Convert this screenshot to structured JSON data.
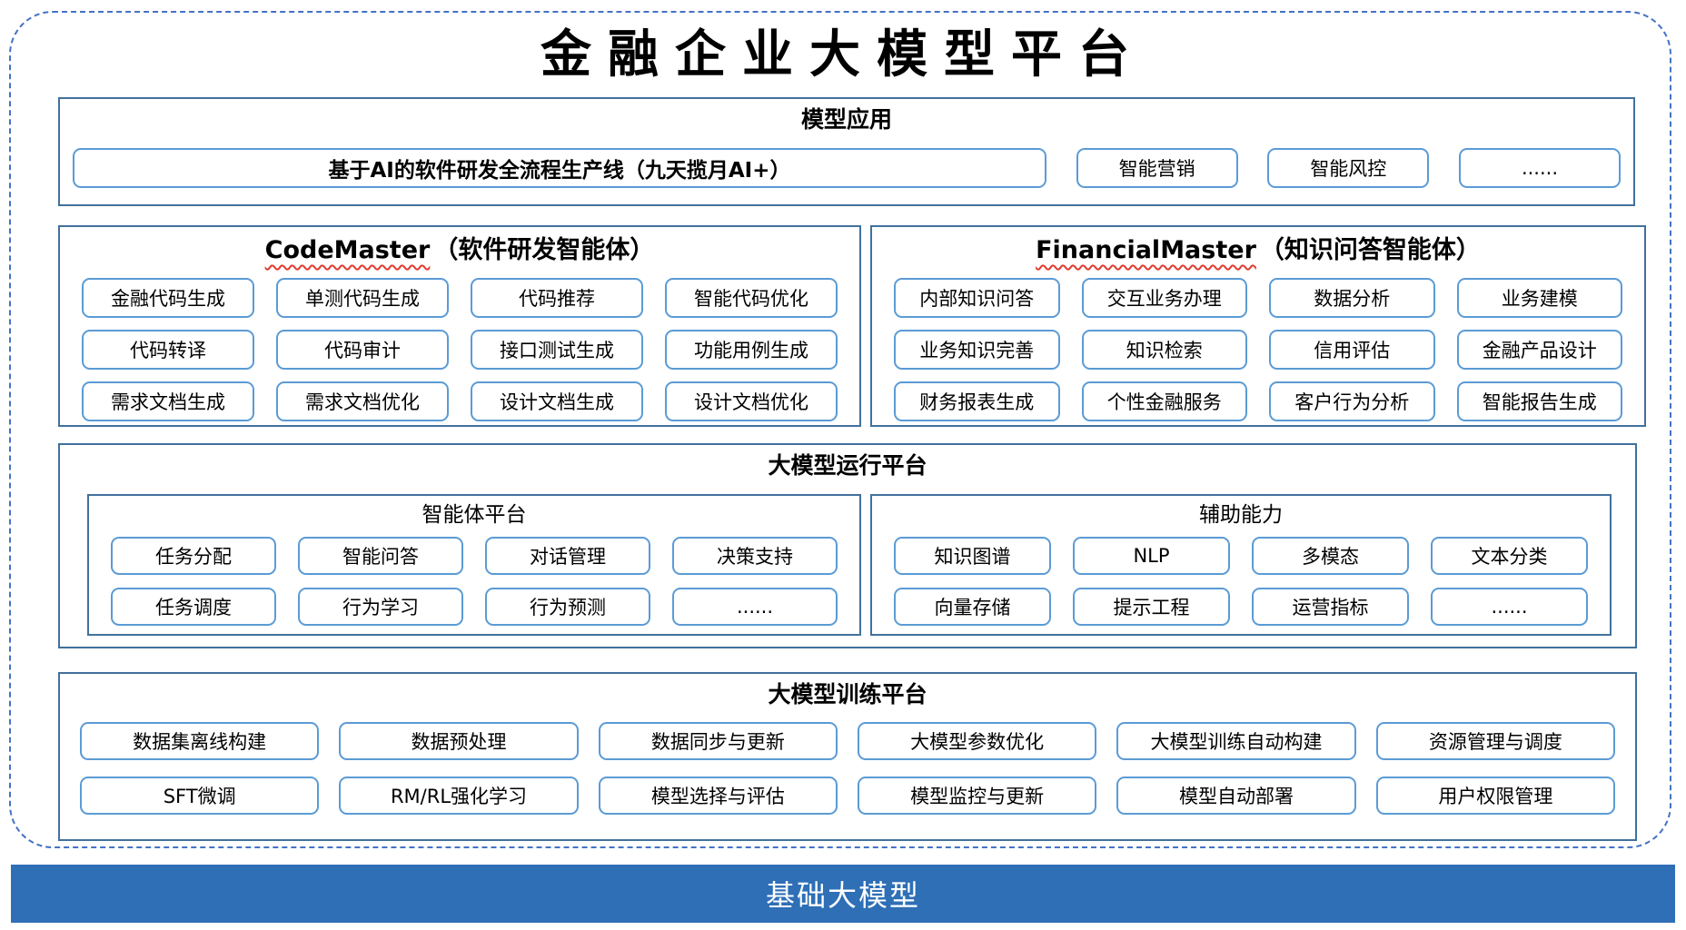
{
  "title": "金融企业大模型平台",
  "colors": {
    "outer_dashed_border": "#4472C4",
    "section_border": "#41719C",
    "button_border": "#5B9BD5",
    "foundation_bar_bg": "#2E6FB6",
    "foundation_bar_text": "#FFFFFF",
    "spellcheck_squiggle": "#E03C31"
  },
  "sections": {
    "applications": {
      "header": "模型应用",
      "main_button": "基于AI的软件研发全流程生产线（九天揽月AI+）",
      "buttons": [
        "智能营销",
        "智能风控",
        "......"
      ]
    },
    "code_master": {
      "title_en": "CodeMaster",
      "title_zh": "（软件研发智能体）",
      "items": [
        "金融代码生成",
        "单测代码生成",
        "代码推荐",
        "智能代码优化",
        "代码转译",
        "代码审计",
        "接口测试生成",
        "功能用例生成",
        "需求文档生成",
        "需求文档优化",
        "设计文档生成",
        "设计文档优化"
      ]
    },
    "financial_master": {
      "title_en": "FinancialMaster",
      "title_zh": "（知识问答智能体）",
      "items": [
        "内部知识问答",
        "交互业务办理",
        "数据分析",
        "业务建模",
        "业务知识完善",
        "知识检索",
        "信用评估",
        "金融产品设计",
        "财务报表生成",
        "个性金融服务",
        "客户行为分析",
        "智能报告生成"
      ]
    },
    "runtime": {
      "header": "大模型运行平台",
      "agent_platform": {
        "title": "智能体平台",
        "items": [
          "任务分配",
          "智能问答",
          "对话管理",
          "决策支持",
          "任务调度",
          "行为学习",
          "行为预测",
          "......"
        ]
      },
      "aux_capabilities": {
        "title": "辅助能力",
        "items": [
          "知识图谱",
          "NLP",
          "多模态",
          "文本分类",
          "向量存储",
          "提示工程",
          "运营指标",
          "......"
        ]
      }
    },
    "training": {
      "header": "大模型训练平台",
      "items": [
        "数据集离线构建",
        "数据预处理",
        "数据同步与更新",
        "大模型参数优化",
        "大模型训练自动构建",
        "资源管理与调度",
        "SFT微调",
        "RM/RL强化学习",
        "模型选择与评估",
        "模型监控与更新",
        "模型自动部署",
        "用户权限管理"
      ]
    },
    "foundation": {
      "label": "基础大模型"
    }
  }
}
